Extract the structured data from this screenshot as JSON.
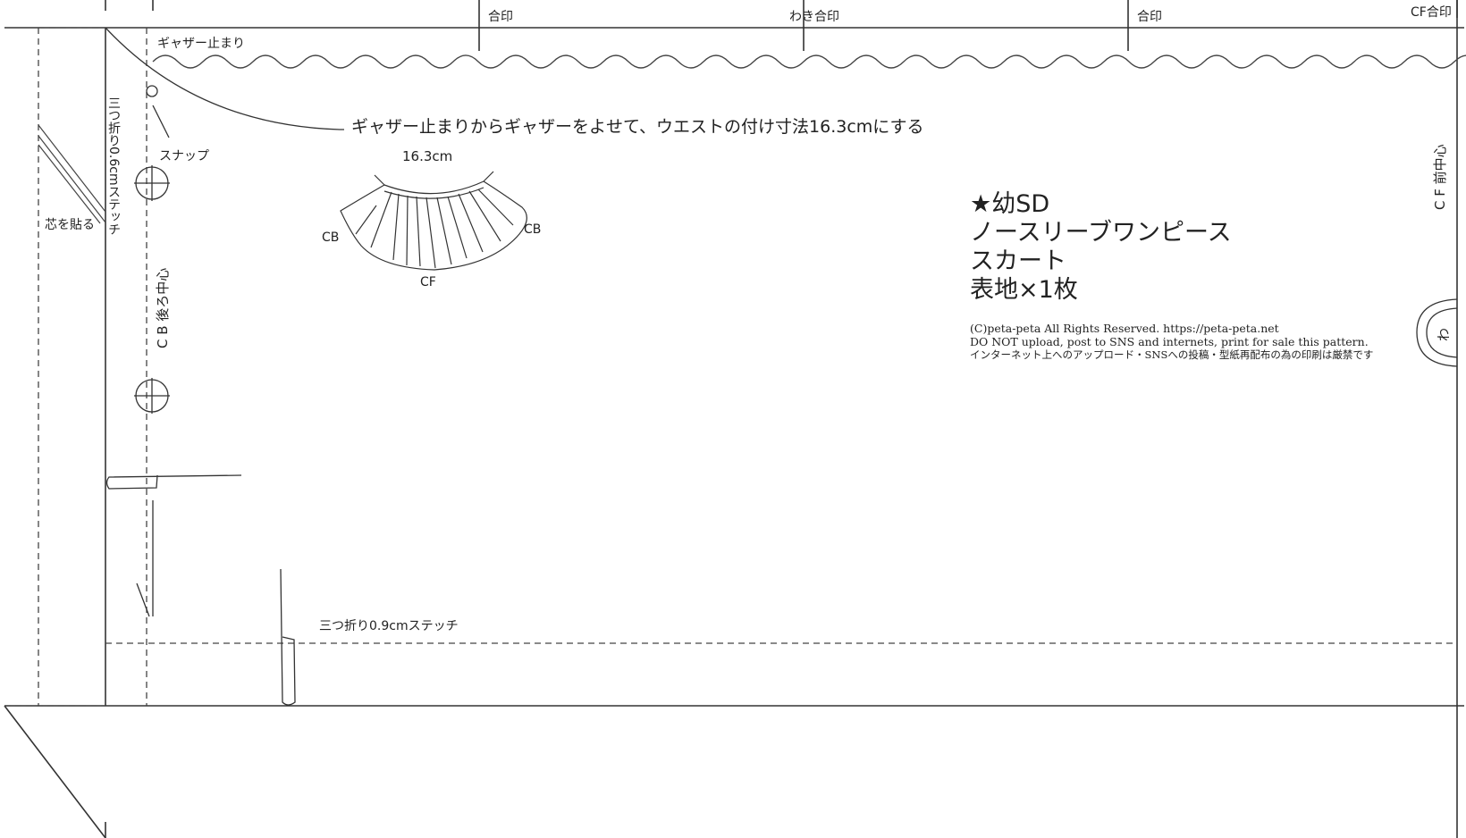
{
  "notches": {
    "top1": "合印",
    "side": "わき合印",
    "top2": "合印",
    "cf": "CF合印"
  },
  "labels": {
    "gather_stop": "ギャザー止まり",
    "snap": "スナップ",
    "interfacing": "芯を貼る",
    "fold_left": "三つ折り0.6cmステッチ",
    "fold_bottom": "三つ折り0.9cmステッチ",
    "cb": "C B 後ろ中心",
    "cf": "C F 前中心",
    "wa": "わ"
  },
  "instruction": "ギャザー止まりからギャザーをよせて、ウエストの付け寸法16.3cmにする",
  "inset": {
    "measure": "16.3cm",
    "cb_left": "CB",
    "cb_right": "CB",
    "cf_bottom": "CF"
  },
  "title": {
    "line1": "★幼SD",
    "line2": "ノースリーブワンピース",
    "line3": "スカート",
    "line4": "表地×1枚"
  },
  "copyright": {
    "line1": "(C)peta-peta All Rights Reserved. https://peta-peta.net",
    "line2": "DO NOT upload, post to SNS and internets, print for sale this pattern.",
    "line3": "インターネット上へのアップロード・SNSへの投稿・型紙再配布の為の印刷は厳禁です"
  }
}
